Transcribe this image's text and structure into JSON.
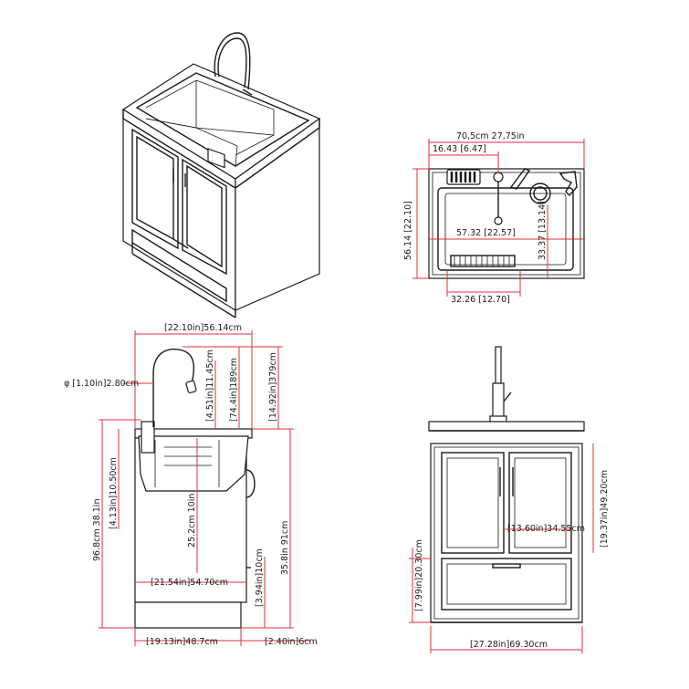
{
  "colors": {
    "line": "#1a1a1a",
    "dimension": "#e0303a",
    "background": "#ffffff"
  },
  "top_view": {
    "overall_width": "70,5cm  27,75in",
    "faucet_offset": "16.43  [6.47]",
    "overall_depth": "56.14  [22.10]",
    "bowl_width": "57.32  [22.57]",
    "drain_offset": "33.37  [13.14]",
    "board_width": "32.26  [12.70]"
  },
  "side_view": {
    "top_depth": "[22.10in]56.14cm",
    "spout_diameter": "φ [1.10in]2.80cm",
    "faucet_height_small": "[4.51in]11.45cm",
    "faucet_height": "[74.4in]189cm",
    "total_to_spout": "[14.92in]379cm",
    "overall_height": "96.8cm 38.1in",
    "bowl_depth": "[4.13in]10.50cm",
    "inner_depth": "25.2cm 10in",
    "cabinet_height": "35.8in 91cm",
    "cabinet_depth": "[21.54in]54.70cm",
    "toe_height": "[3.94in]10cm",
    "base_depth": "[19.13in]48.7cm",
    "toe_depth": "[2.40in]6cm"
  },
  "front_view": {
    "door_height": "[19.37in]49.20cm",
    "door_gap": "[13.60in]34.55cm",
    "drawer_height": "[7.99in]20.30cm",
    "base_width": "[27.28in]69.30cm"
  }
}
